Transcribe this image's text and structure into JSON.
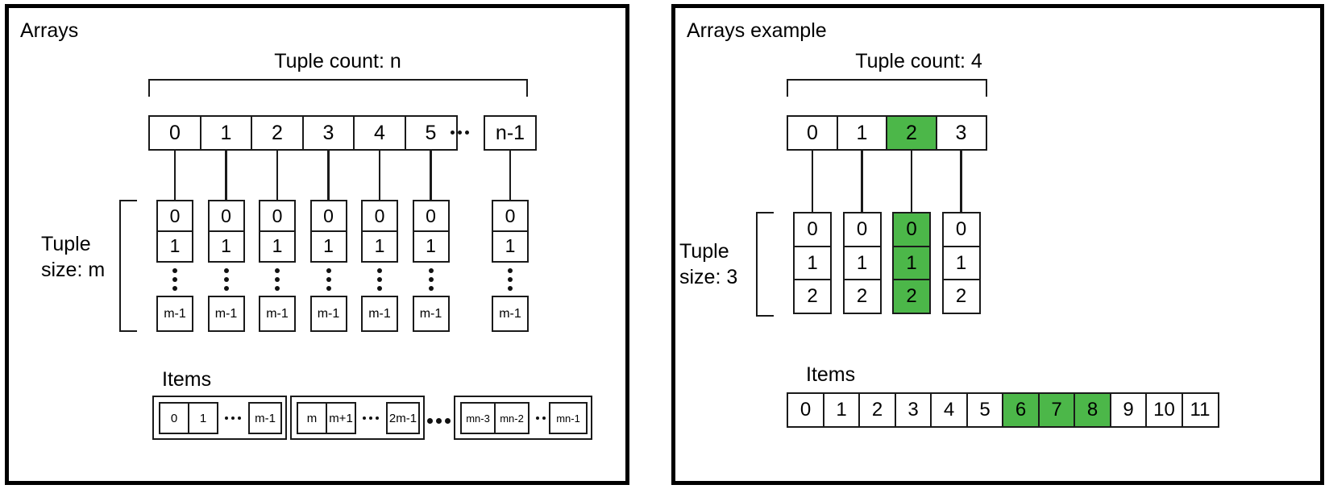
{
  "panels": {
    "left": {
      "title": "Arrays",
      "tuple_count_label": "Tuple count: n",
      "tuple_size_label_line1": "Tuple",
      "tuple_size_label_line2": "size: m",
      "items_label": "Items",
      "index_row": [
        "0",
        "1",
        "2",
        "3",
        "4",
        "5"
      ],
      "index_row_last": "n-1",
      "index_row_ellipsis": "…",
      "tuple_cells_top": [
        "0",
        "1"
      ],
      "tuple_cell_bottom": "m-1",
      "tuple_columns_count": 6,
      "tuple_column_extra": "m-1",
      "items_groups": [
        {
          "first": "0",
          "second": "1",
          "last": "m-1"
        },
        {
          "first": "m",
          "second": "m+1",
          "last": "2m-1"
        },
        {
          "first": "mn-3",
          "second": "mn-2",
          "last": "mn-1"
        }
      ]
    },
    "right": {
      "title": "Arrays example",
      "tuple_count_label": "Tuple count: 4",
      "tuple_size_label_line1": "Tuple",
      "tuple_size_label_line2": "size: 3",
      "items_label": "Items",
      "index_row": [
        {
          "text": "0",
          "highlight": false
        },
        {
          "text": "1",
          "highlight": false
        },
        {
          "text": "2",
          "highlight": true
        },
        {
          "text": "3",
          "highlight": false
        }
      ],
      "tuple_columns": [
        {
          "cells": [
            "0",
            "1",
            "2"
          ],
          "highlight": false
        },
        {
          "cells": [
            "0",
            "1",
            "2"
          ],
          "highlight": false
        },
        {
          "cells": [
            "0",
            "1",
            "2"
          ],
          "highlight": true
        },
        {
          "cells": [
            "0",
            "1",
            "2"
          ],
          "highlight": false
        }
      ],
      "items_row": [
        {
          "text": "0",
          "highlight": false
        },
        {
          "text": "1",
          "highlight": false
        },
        {
          "text": "2",
          "highlight": false
        },
        {
          "text": "3",
          "highlight": false
        },
        {
          "text": "4",
          "highlight": false
        },
        {
          "text": "5",
          "highlight": false
        },
        {
          "text": "6",
          "highlight": true
        },
        {
          "text": "7",
          "highlight": true
        },
        {
          "text": "8",
          "highlight": true
        },
        {
          "text": "9",
          "highlight": false
        },
        {
          "text": "10",
          "highlight": false
        },
        {
          "text": "11",
          "highlight": false
        }
      ]
    }
  },
  "colors": {
    "highlight_green": "#4CB749",
    "stroke": "#1a1a1a",
    "panel_border": "#000000",
    "background": "#ffffff"
  }
}
